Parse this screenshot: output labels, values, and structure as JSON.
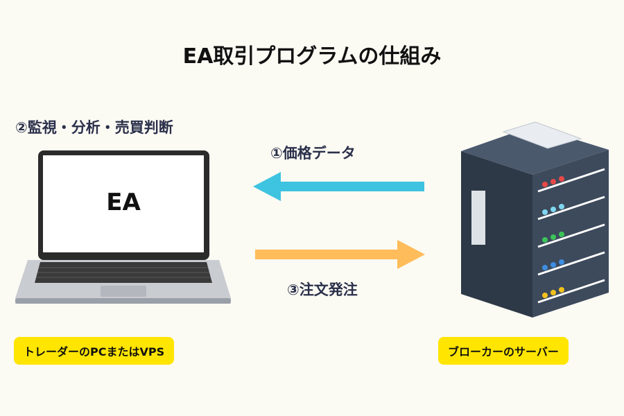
{
  "title": "EA取引プログラムの仕組み",
  "labels": {
    "analyze": "②監視・分析・売買判断",
    "price_data": "①価格データ",
    "order": "③注文発注",
    "screen": "EA"
  },
  "badges": {
    "left": "トレーダーのPCまたはVPS",
    "right": "ブローカーのサーバー"
  },
  "colors": {
    "background": "#fbfaf3",
    "price_arrow": "#3ec3e0",
    "order_arrow": "#ffbc5a",
    "badge": "#ffe500",
    "server_body": "#3d4a5c"
  },
  "icons": {
    "laptop": "laptop-icon",
    "server": "server-rack-icon"
  }
}
